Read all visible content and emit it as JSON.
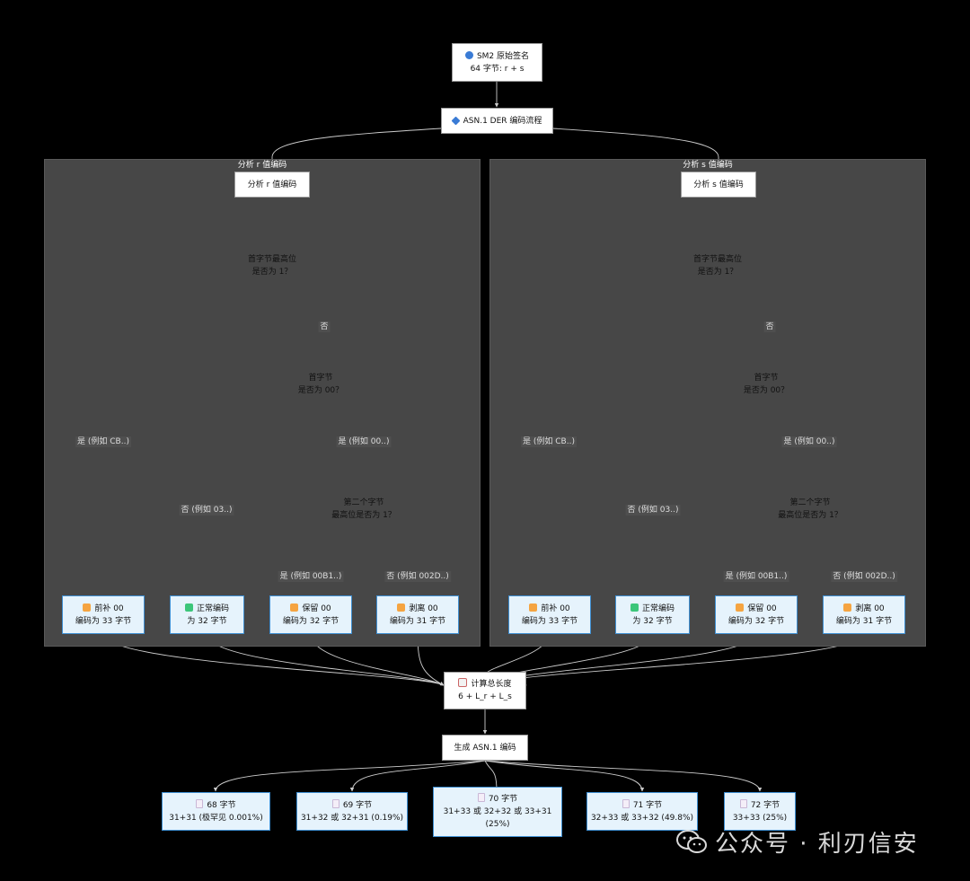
{
  "nodes": {
    "sm2_sig": {
      "line1": "SM2 原始签名",
      "line2": "64 字节: r + s"
    },
    "asn1_flow": {
      "label": "ASN.1 DER 编码流程"
    },
    "calc_len": {
      "line1": "计算总长度",
      "line2": "6 + L_r + L_s"
    },
    "gen_asn1": {
      "label": "生成 ASN.1 编码"
    }
  },
  "clusters": [
    {
      "title": "分析 r 值编码",
      "start": "分析 r 值编码",
      "d1": {
        "line1": "首字节最高位",
        "line2": "是否为 1？"
      },
      "d2": {
        "line1": "首字节",
        "line2": "是否为 00？"
      },
      "d3": {
        "line1": "第二个字节",
        "line2": "最高位是否为 1？"
      },
      "edges": {
        "d1_no": "否",
        "d1_yes": "是 (例如 CB..)",
        "d2_no": "否 (例如 03..)",
        "d2_yes": "是 (例如 00..)",
        "d3_yes": "是 (例如 00B1..)",
        "d3_no": "否 (例如 002D..)"
      },
      "results": [
        {
          "line1": "前补 00",
          "line2": "编码为 33 字节",
          "icon": "orange-square-icon"
        },
        {
          "line1": "正常编码",
          "line2": "为 32 字节",
          "icon": "green-square-icon"
        },
        {
          "line1": "保留 00",
          "line2": "编码为 32 字节",
          "icon": "orange-square-icon"
        },
        {
          "line1": "剥离 00",
          "line2": "编码为 31 字节",
          "icon": "orange-square-icon"
        }
      ]
    },
    {
      "title": "分析 s 值编码",
      "start": "分析 s 值编码",
      "d1": {
        "line1": "首字节最高位",
        "line2": "是否为 1？"
      },
      "d2": {
        "line1": "首字节",
        "line2": "是否为 00？"
      },
      "d3": {
        "line1": "第二个字节",
        "line2": "最高位是否为 1？"
      },
      "edges": {
        "d1_no": "否",
        "d1_yes": "是 (例如 CB..)",
        "d2_no": "否 (例如 03..)",
        "d2_yes": "是 (例如 00..)",
        "d3_yes": "是 (例如 00B1..)",
        "d3_no": "否 (例如 002D..)"
      },
      "results": [
        {
          "line1": "前补 00",
          "line2": "编码为 33 字节",
          "icon": "orange-square-icon"
        },
        {
          "line1": "正常编码",
          "line2": "为 32 字节",
          "icon": "green-square-icon"
        },
        {
          "line1": "保留 00",
          "line2": "编码为 32 字节",
          "icon": "orange-square-icon"
        },
        {
          "line1": "剥离 00",
          "line2": "编码为 31 字节",
          "icon": "orange-square-icon"
        }
      ]
    }
  ],
  "outputs": [
    {
      "line1": "68 字节",
      "line2": "31+31 (极罕见 0.001%)"
    },
    {
      "line1": "69 字节",
      "line2": "31+32 或 32+31 (0.19%)"
    },
    {
      "line1": "70 字节",
      "line2": "31+33 或 32+32 或 33+31",
      "line3": "(25%)"
    },
    {
      "line1": "71 字节",
      "line2": "32+33 或 33+32 (49.8%)"
    },
    {
      "line1": "72 字节",
      "line2": "33+33 (25%)"
    }
  ],
  "watermark": "公众号 · 利刃信安",
  "colors": {
    "background": "#000000",
    "cluster": "#474747",
    "node_blue_fill": "#e6f3fc",
    "node_blue_border": "#3f8fd2",
    "edge": "#cccccc"
  }
}
